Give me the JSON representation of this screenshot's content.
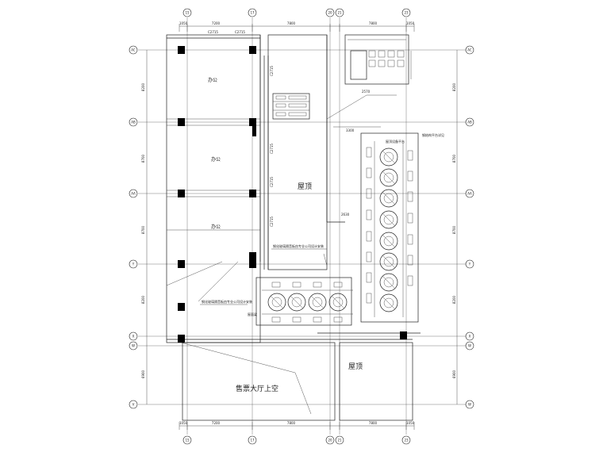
{
  "grid_top": [
    {
      "id": "top-15",
      "label": "15"
    },
    {
      "id": "top-17",
      "label": "17"
    },
    {
      "id": "top-20",
      "label": "20"
    },
    {
      "id": "top-21",
      "label": "21"
    },
    {
      "id": "top-23",
      "label": "23"
    }
  ],
  "grid_bottom": [
    {
      "id": "bot-15",
      "label": "15"
    },
    {
      "id": "bot-17",
      "label": "17"
    },
    {
      "id": "bot-20",
      "label": "20"
    },
    {
      "id": "bot-21",
      "label": "21"
    },
    {
      "id": "bot-23",
      "label": "23"
    }
  ],
  "grid_rows": [
    {
      "id": "row-AC",
      "label": "AC"
    },
    {
      "id": "row-AB",
      "label": "AB"
    },
    {
      "id": "row-AA",
      "label": "AA"
    },
    {
      "id": "row-Y",
      "label": "Y"
    },
    {
      "id": "row-X",
      "label": "X"
    },
    {
      "id": "row-W",
      "label": "W"
    },
    {
      "id": "row-V",
      "label": "V"
    }
  ],
  "dims_top": [
    "1050",
    "7200",
    "7800",
    "7800",
    "1050"
  ],
  "dims_bottom": [
    "1050",
    "7200",
    "7800",
    "7800",
    "1050"
  ],
  "dims_left": [
    "8200",
    "8700",
    "8700",
    "8200",
    "6900"
  ],
  "dims_right": [
    "8200",
    "8700",
    "8700",
    "8200",
    "6900"
  ],
  "rooms": {
    "office_1": "办公",
    "office_2": "办公",
    "office_3": "办公",
    "roof_1": "屋顶",
    "roof_2": "屋顶",
    "hall": "售票大厅上空"
  },
  "window_tags": [
    "C2715",
    "C2715",
    "C2715",
    "C2715",
    "C2715",
    "C2715"
  ],
  "notes": {
    "steel_platform_1": "钢化玻璃隔音板由专业公司设计安装",
    "steel_platform_2": "钢化玻璃隔音板由专业公司设计安装",
    "roof_label": "屋顶设备平台",
    "note_right": "钢结构平台详见",
    "dim_3300": "3300",
    "dim_2630": "2630",
    "dim_2570": "2570",
    "steel_beam": "屋面梁"
  }
}
